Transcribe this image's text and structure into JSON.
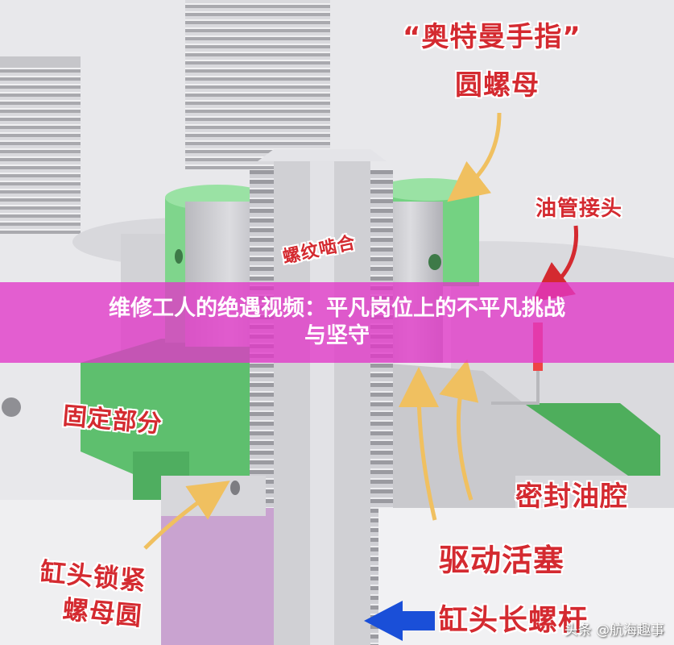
{
  "labels": {
    "ottoman_nut_line1": "“奥特曼手指”",
    "ottoman_nut_line2": "圆螺母",
    "oil_fitting": "油管接头",
    "thread_engage": "螺纹啮合",
    "fixed_part": "固定部分",
    "seal_chamber": "密封油腔",
    "drive_piston": "驱动活塞",
    "cyl_nut_line1": "缸头锁紧",
    "cyl_nut_line2": "螺母圆",
    "long_bolt": "缸头长螺杆"
  },
  "banner": {
    "line1": "维修工人的绝遇视频：平凡岗位上的不平凡挑战",
    "line2": "与坚守"
  },
  "watermark": "头条 @航海趣事",
  "colors": {
    "label_red": "#d42a30",
    "arrow_yellow": "#f0c060",
    "banner_magenta": "#e237c8",
    "green_part": "#6fcf7f",
    "gray_part": "#c8c8cc",
    "blue_arrow": "#1a4fd8"
  }
}
